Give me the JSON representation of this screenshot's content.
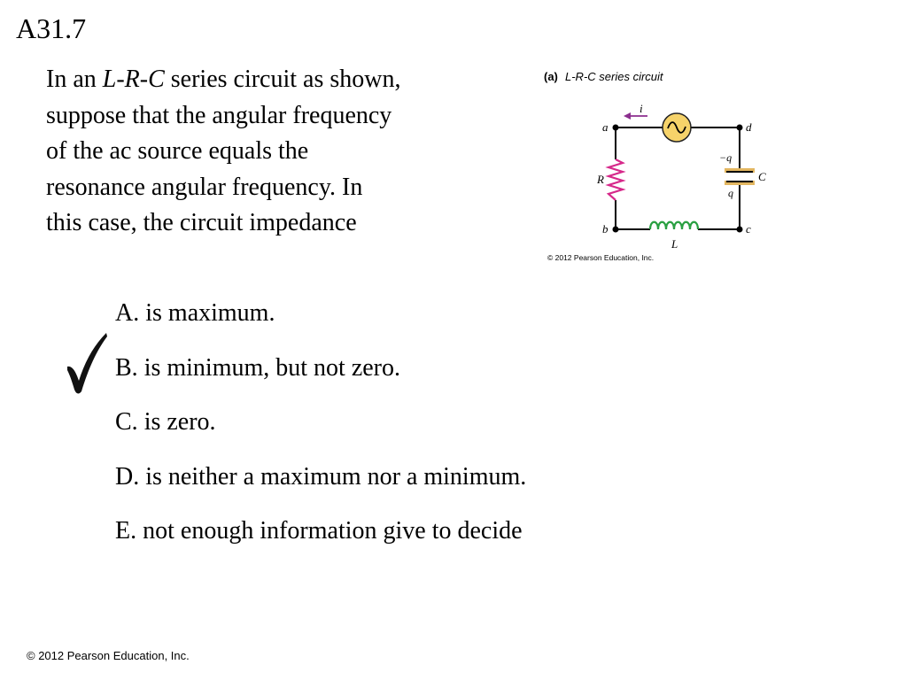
{
  "slide_id": "A31.7",
  "question": {
    "lines": [
      {
        "before": "In an ",
        "italic": "L-R-C",
        "after": " series circuit as shown,"
      },
      {
        "text": "suppose that the angular frequency"
      },
      {
        "text": "of the ac source equals the"
      },
      {
        "text": "resonance angular frequency. In"
      },
      {
        "text": "this case, the circuit impedance"
      }
    ]
  },
  "figure": {
    "panel_tag": "(a)",
    "caption": "L-R-C series circuit",
    "node_labels": {
      "a": "a",
      "b": "b",
      "c": "c",
      "d": "d"
    },
    "current_label": "i",
    "resistor_label": "R",
    "inductor_label": "L",
    "capacitor_label": "C",
    "charge_top": "−q",
    "charge_bottom": "q",
    "copyright": "© 2012 Pearson Education, Inc.",
    "colors": {
      "wire": "#000000",
      "resistor": "#d6288a",
      "inductor": "#2aa042",
      "capacitor": "#e2b660",
      "source_fill": "#f6d36a",
      "arrow": "#8b2e8e"
    }
  },
  "choices": [
    {
      "letter": "A.",
      "text": "is maximum."
    },
    {
      "letter": "B.",
      "text": "is minimum, but not zero."
    },
    {
      "letter": "C.",
      "text": "is zero."
    },
    {
      "letter": "D.",
      "text": "is neither a maximum nor a minimum."
    },
    {
      "letter": "E.",
      "text": "not enough information give to decide"
    }
  ],
  "correct_choice": "B",
  "footer": "© 2012 Pearson Education, Inc."
}
